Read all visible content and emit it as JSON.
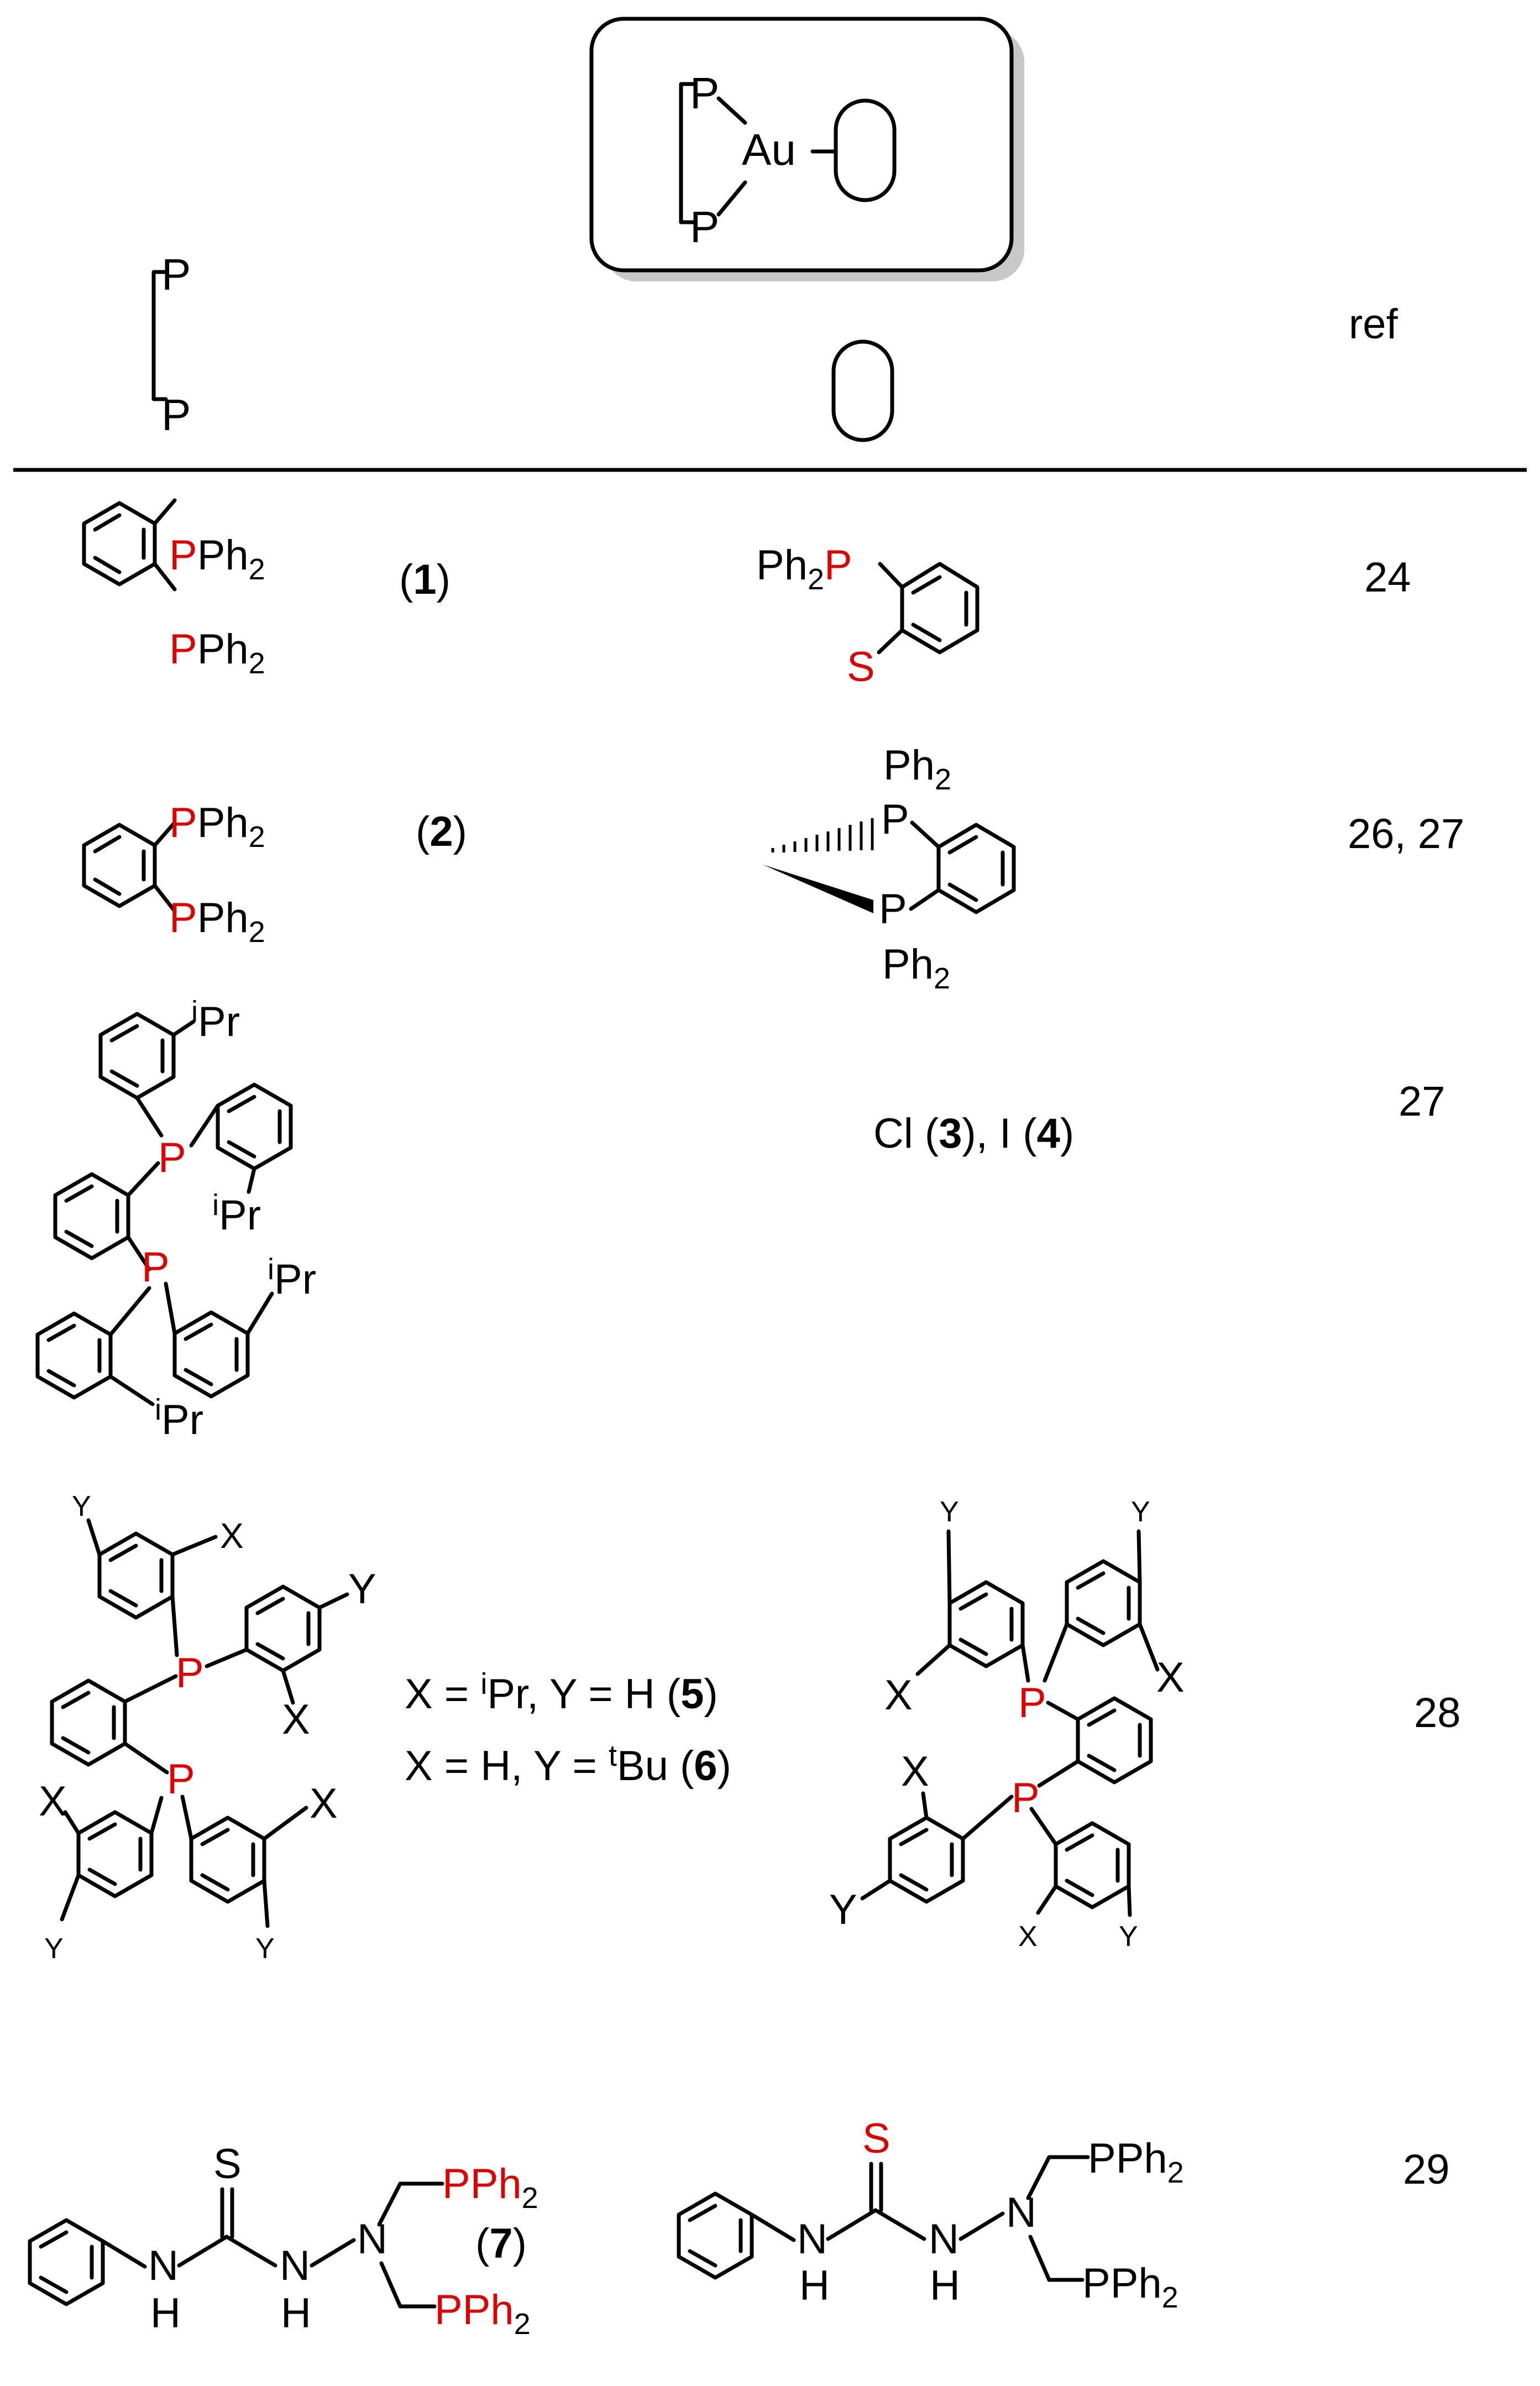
{
  "colors": {
    "hetero_atom": "#e00000",
    "ink": "#000000",
    "box_shadow": "#c8c8c8"
  },
  "header": {
    "complex": {
      "p_top": "P",
      "au": "Au",
      "p_bottom": "P"
    },
    "diphosphine": {
      "p_top": "P",
      "p_bottom": "P"
    },
    "ref_label": "ref"
  },
  "rows": [
    {
      "diphosphine": {
        "p1": "P",
        "sub1": "Ph",
        "sub1_index": "2",
        "p2": "P",
        "sub2": "Ph",
        "sub2_index": "2"
      },
      "compound_number": "1",
      "ligand": {
        "prefix": "Ph",
        "prefix_index": "2",
        "p": "P",
        "s": "S"
      },
      "ref": "24"
    },
    {
      "diphosphine": {
        "p1": "P",
        "sub1": "Ph",
        "sub1_index": "2",
        "p2": "P",
        "sub2": "Ph",
        "sub2_index": "2"
      },
      "compound_number": "2",
      "ligand": {
        "p1": "P",
        "p1_sub": "Ph",
        "p1_index": "2",
        "p2": "P",
        "p2_sub": "Ph",
        "p2_index": "2"
      },
      "ref": "26, 27"
    },
    {
      "diphosphine": {
        "p1": "P",
        "p2": "P",
        "sup": "i",
        "sub": "Pr"
      },
      "ligand_text": {
        "a": "Cl",
        "a_num": "3",
        "b": "I",
        "b_num": "4"
      },
      "ref": "27"
    },
    {
      "diphosphine": {
        "p1": "P",
        "p2": "P",
        "x": "X",
        "y": "Y"
      },
      "conditions": [
        {
          "x_label": "X = ",
          "x_sup": "i",
          "x_val": "Pr",
          "y_label": ", Y = H (",
          "y_sup": "",
          "y_val": "",
          "num": "5"
        },
        {
          "x_label": "X = H, Y = ",
          "x_sup": "t",
          "x_val": "Bu (",
          "y_label": "",
          "y_sup": "",
          "y_val": "",
          "num": "6"
        }
      ],
      "ligand": {
        "p1": "P",
        "p2": "P",
        "x": "X",
        "y": "Y"
      },
      "ref": "28"
    },
    {
      "diphosphine": {
        "s": "S",
        "n": "N",
        "h": "H",
        "p": "PPh",
        "p_index": "2"
      },
      "compound_number": "7",
      "ligand": {
        "s": "S",
        "n": "N",
        "h": "H",
        "p": "PPh",
        "p_index": "2"
      },
      "ref": "29"
    }
  ]
}
